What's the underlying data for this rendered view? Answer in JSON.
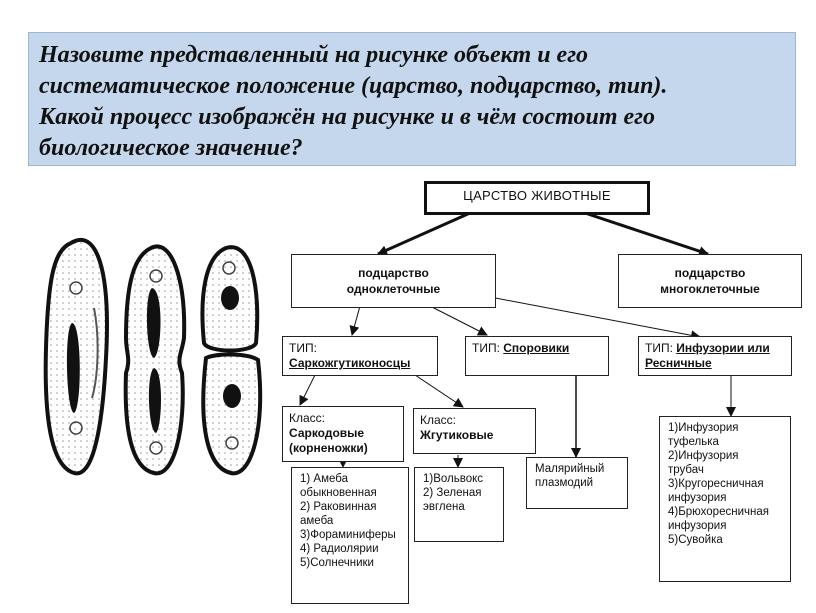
{
  "question": {
    "lines": [
      "Назовите представленный на рисунке объект и его",
      "систематическое положение (царство, подцарство, тип).",
      "Какой процесс изображён на рисунке и в чём состоит его",
      "биологическое значение?"
    ]
  },
  "diagram": {
    "kingdom": "ЦАРСТВО ЖИВОТНЫЕ",
    "subkingdoms": {
      "unicellular": [
        "подцарство",
        "одноклеточные"
      ],
      "multicellular": [
        "подцарство",
        "многоклеточные"
      ]
    },
    "types": {
      "sarcomastigophora": {
        "prefix": "ТИП:",
        "name": "Саркожгутиконосцы"
      },
      "sporozoa": {
        "prefix": "ТИП:",
        "name": "Споровики"
      },
      "ciliates": {
        "prefix": "ТИП:",
        "name_line1": "Инфузории или",
        "name_line2": "Ресничные"
      }
    },
    "classes": {
      "sarcodina": {
        "prefix": "Класс:",
        "name_line1": "Саркодовые",
        "name_line2": "(корненожки)"
      },
      "flagellates": {
        "prefix": "Класс:",
        "name": "Жгутиковые"
      }
    },
    "lists": {
      "sarcodina": "1) Амеба\nобыкновенная\n2) Раковинная\nамеба\n3)Фораминиферы\n4) Радиолярии\n5)Солнечники",
      "flagellates": "1)Вольвокс\n2) Зеленая\nэвглена",
      "sporozoa": "Малярийный\nплазмодий",
      "ciliates": "1)Инфузория\nтуфелька\n2)Инфузория\nтрубач\n3)Кругоресничная\nинфузория\n4)Брюхоресничная\nинфузория\n5)Сувойка"
    }
  },
  "colors": {
    "question_bg": "#c5d7ec",
    "line": "#111111",
    "cell_fill": "#d9d9d9"
  }
}
